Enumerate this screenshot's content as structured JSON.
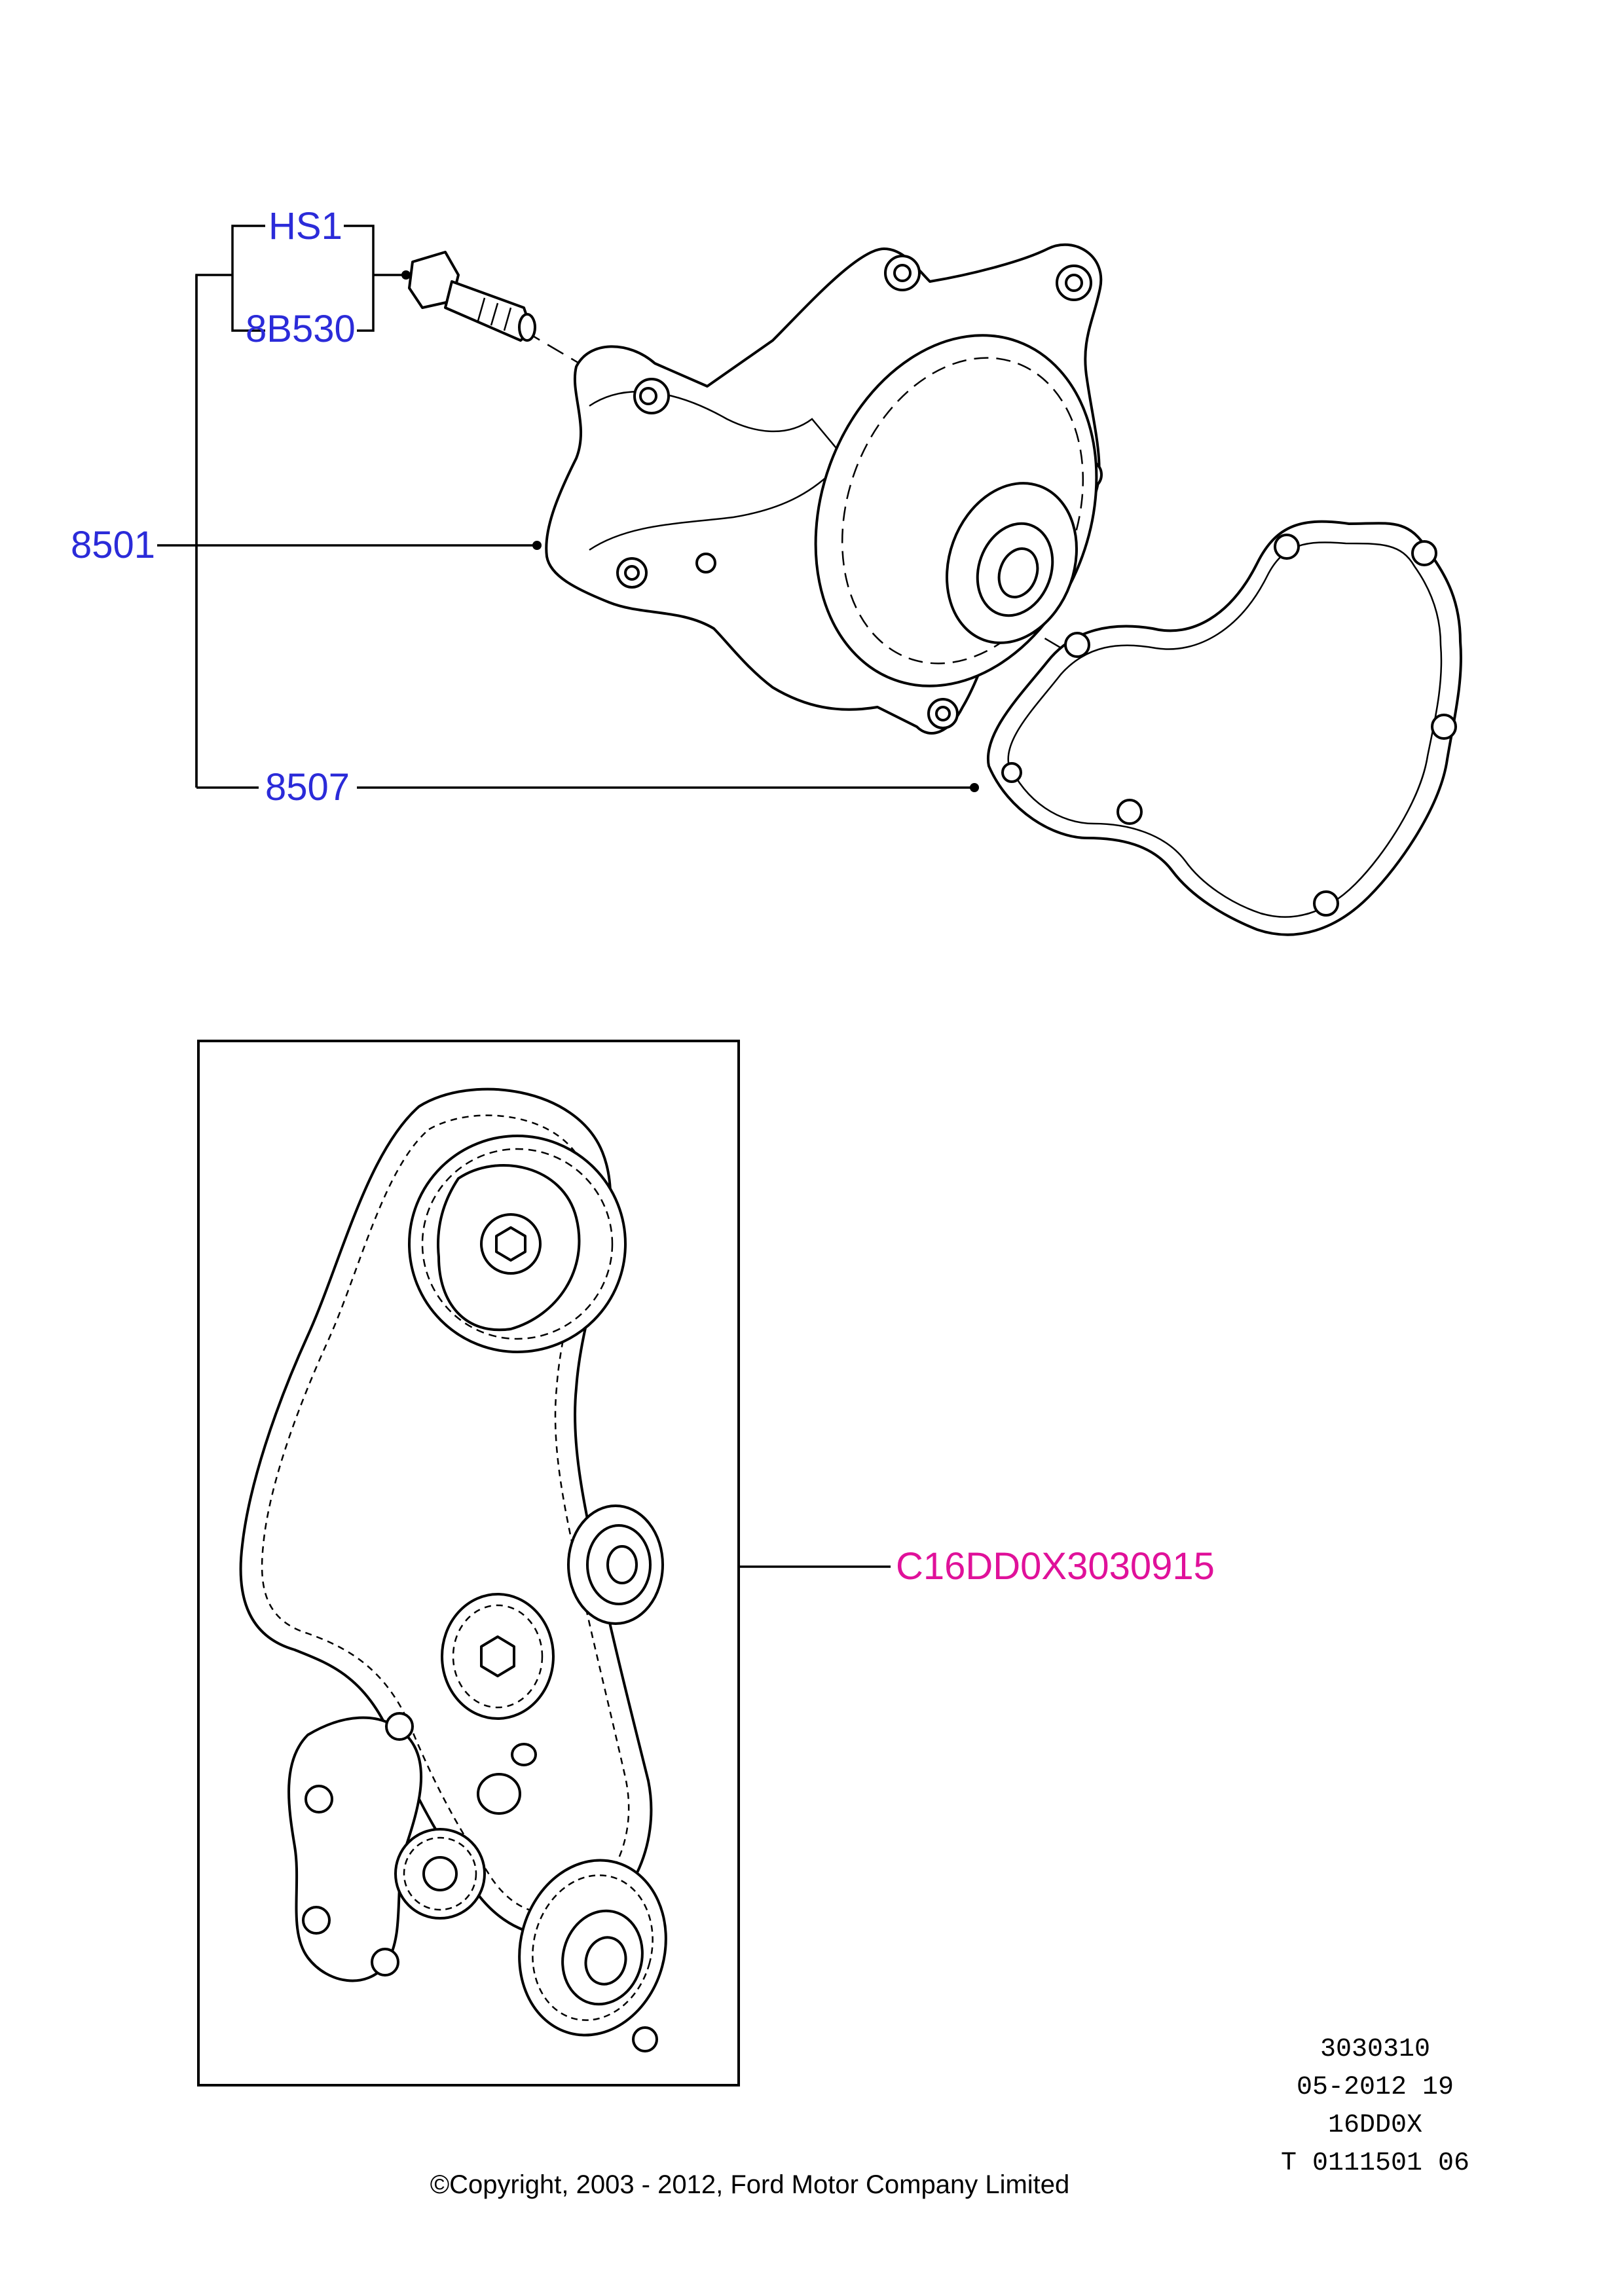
{
  "colors": {
    "part_label": "#2b2bd9",
    "assembly_label": "#e0119a",
    "line": "#000000"
  },
  "labels": {
    "hs1": "HS1",
    "bolt": "8B530",
    "pump": "8501",
    "gasket": "8507",
    "timing_kit": "C16DD0X3030915"
  },
  "meta": {
    "line1": "3030310",
    "line2": "05-2012 19",
    "line3": "16DD0X",
    "line4": "T 0111501 06"
  },
  "copyright": "©Copyright, 2003 - 2012, Ford Motor Company Limited"
}
